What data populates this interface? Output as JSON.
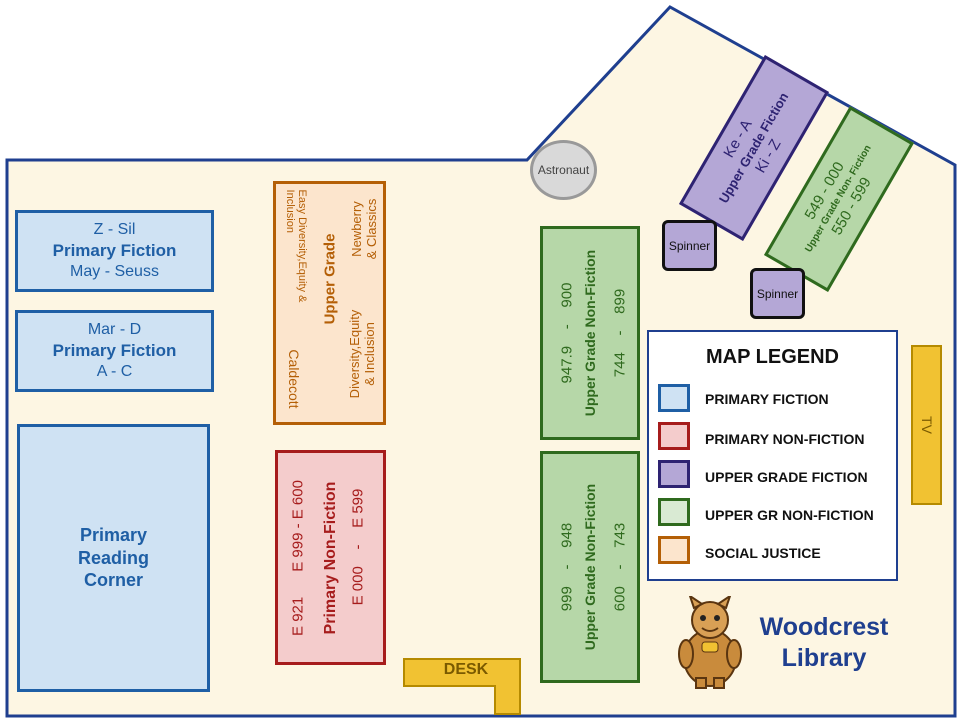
{
  "shelves": {
    "pf_top": {
      "line1": "Z  -  Sil",
      "title": "Primary Fiction",
      "line3": "May  -   Seuss"
    },
    "pf_mid": {
      "line1": "Mar    -    D",
      "title": "Primary Fiction",
      "line3": "A    -    C"
    },
    "reading_corner": {
      "title": "Primary\nReading\nCorner"
    },
    "social_justice": {
      "col1": "Easy Diversity,Equity &\nInclusion",
      "col2": "Caldecott",
      "title": "Upper Grade",
      "col3": "Diversity,Equity\n& Inclusion",
      "col4": "Newberry\n& Classics"
    },
    "pnf": {
      "line1": "E 921      E 999 - E 600",
      "title": "Primary Non-Fiction",
      "line3": "E 000    -    E 599"
    },
    "ugnf_top": {
      "line1": "947.9    -    900",
      "title": "Upper Grade Non-Fiction",
      "line3": "744    -    899"
    },
    "ugnf_bottom": {
      "line1": "999    -    948",
      "title": "Upper Grade Non-Fiction",
      "line3": "600    -    743"
    },
    "ugf_diag": {
      "line1": "Ke    -    A",
      "title": "Upper Grade Fiction",
      "line3": "Ki    -    Z"
    },
    "ugnf_diag": {
      "line1": "549    -    000",
      "title": "Upper Grade Non- Fiction",
      "line3": "550    -    599"
    }
  },
  "fixtures": {
    "astronaut": "Astronaut",
    "spinner1": "Spinner",
    "spinner2": "Spinner",
    "desk": "DESK",
    "tv": "TV"
  },
  "legend": {
    "title": "MAP LEGEND",
    "items": [
      {
        "label": "PRIMARY FICTION",
        "fill": "#cfe2f3",
        "border": "#1f5fa5"
      },
      {
        "label": "PRIMARY NON-FICTION",
        "fill": "#f4cccc",
        "border": "#a61c1c"
      },
      {
        "label": "UPPER GRADE FICTION",
        "fill": "#b4a7d6",
        "border": "#2e2372"
      },
      {
        "label": "UPPER GR NON-FICTION",
        "fill": "#d9ead3",
        "border": "#2f6a1e"
      },
      {
        "label": "SOCIAL JUSTICE",
        "fill": "#fce5cd",
        "border": "#b45f06"
      }
    ]
  },
  "brand": {
    "name": "Woodcrest\nLibrary",
    "color": "#1f3f8f",
    "mascot": "wildcat-mascot-icon"
  },
  "colors": {
    "floor": "#fdf6e3",
    "wall": "#1f3f8f"
  }
}
